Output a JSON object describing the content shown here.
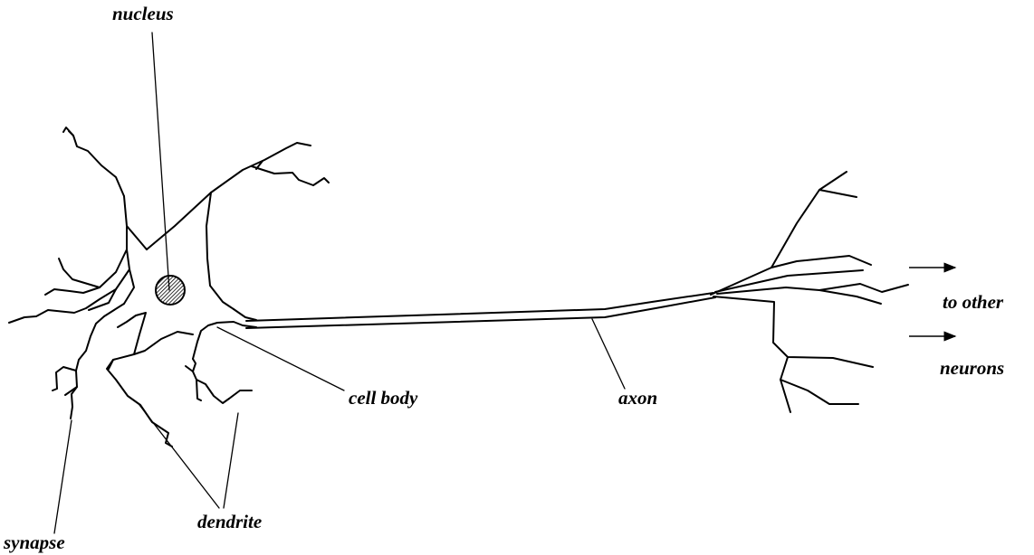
{
  "labels": {
    "nucleus": "nucleus",
    "cell_body": "cell body",
    "axon": "axon",
    "dendrite": "dendrite",
    "synapse": "synapse",
    "to_other": "to other",
    "neurons": "neurons"
  },
  "colors": {
    "ink": "#000000",
    "background": "#ffffff"
  }
}
